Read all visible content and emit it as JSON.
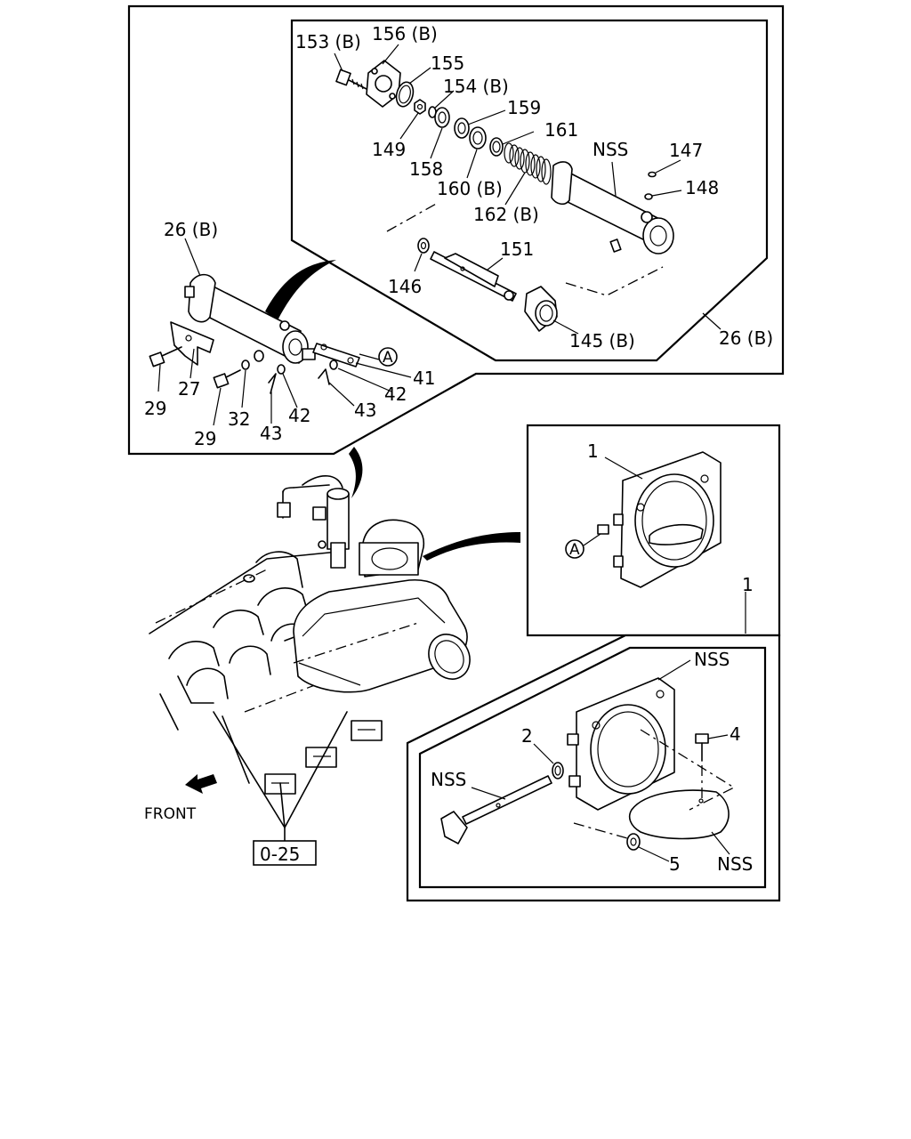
{
  "labels": {
    "p153b": "153 (B)",
    "p156b": "156 (B)",
    "p155": "155",
    "p154b": "154 (B)",
    "p159": "159",
    "p149": "149",
    "p158": "158",
    "p161": "161",
    "p160b": "160 (B)",
    "p162b": "162 (B)",
    "nss_top": "NSS",
    "p147": "147",
    "p148": "148",
    "p151": "151",
    "p146": "146",
    "p145b": "145 (B)",
    "p26b_frame": "26 (B)",
    "p26b_top": "26 (B)",
    "p27": "27",
    "p29_a": "29",
    "p29_b": "29",
    "p32": "32",
    "p43_a": "43",
    "p42_a": "42",
    "p41": "41",
    "p42_b": "42",
    "p43_b": "43",
    "ref_a_top": "A",
    "ref_a_mid": "A",
    "p1_upper": "1",
    "p1_lower": "1",
    "nss_body": "NSS",
    "p2": "2",
    "p4": "4",
    "nss_shaft": "NSS",
    "p5": "5",
    "nss_plate": "NSS",
    "front": "FRONT",
    "ref_page": "0-25"
  }
}
